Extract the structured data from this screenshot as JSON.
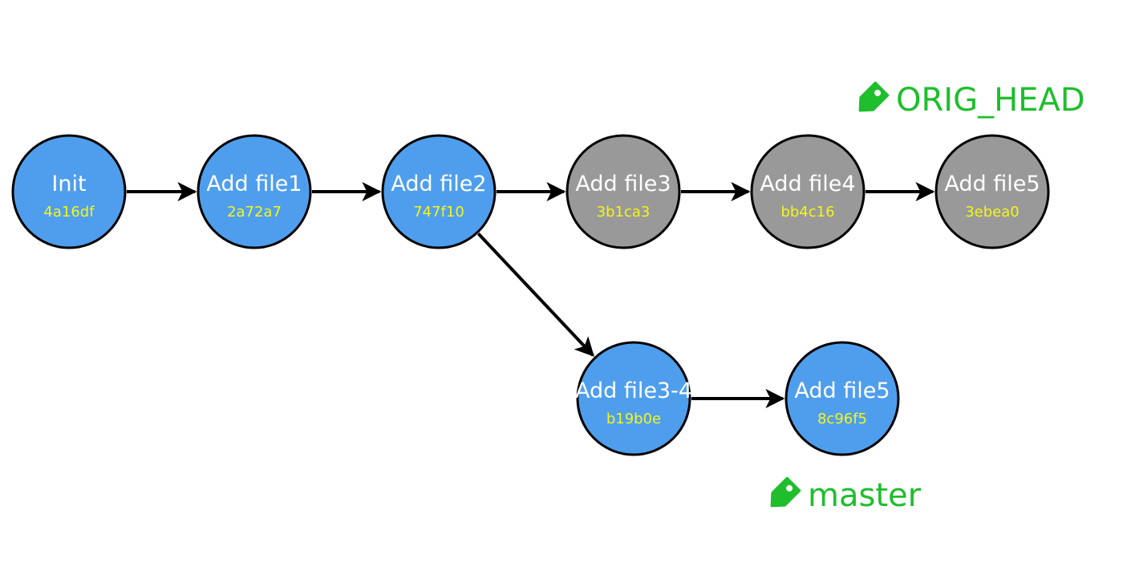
{
  "colors": {
    "commit_active": "#4f9eed",
    "commit_orphaned": "#999999",
    "commit_stroke": "#000000",
    "commit_title": "#ffffff",
    "commit_hash": "#f5f51a",
    "ref": "#1ebe2d",
    "arrow": "#000000"
  },
  "commits": [
    {
      "id": "c0",
      "title": "Init",
      "hash": "4a16df",
      "state": "active",
      "icon": "commit-node"
    },
    {
      "id": "c1",
      "title": "Add file1",
      "hash": "2a72a7",
      "state": "active",
      "icon": "commit-node"
    },
    {
      "id": "c2",
      "title": "Add file2",
      "hash": "747f10",
      "state": "active",
      "icon": "commit-node"
    },
    {
      "id": "c3",
      "title": "Add file3",
      "hash": "3b1ca3",
      "state": "orphaned",
      "icon": "commit-node"
    },
    {
      "id": "c4",
      "title": "Add file4",
      "hash": "bb4c16",
      "state": "orphaned",
      "icon": "commit-node"
    },
    {
      "id": "c5",
      "title": "Add file5",
      "hash": "3ebea0",
      "state": "orphaned",
      "icon": "commit-node"
    },
    {
      "id": "c6",
      "title": "Add file3-4",
      "hash": "b19b0e",
      "state": "active",
      "icon": "commit-node"
    },
    {
      "id": "c7",
      "title": "Add file5",
      "hash": "8c96f5",
      "state": "active",
      "icon": "commit-node"
    }
  ],
  "edges": [
    {
      "from": "c0",
      "to": "c1"
    },
    {
      "from": "c1",
      "to": "c2"
    },
    {
      "from": "c2",
      "to": "c3"
    },
    {
      "from": "c3",
      "to": "c4"
    },
    {
      "from": "c4",
      "to": "c5"
    },
    {
      "from": "c2",
      "to": "c6"
    },
    {
      "from": "c6",
      "to": "c7"
    }
  ],
  "refs": [
    {
      "name": "ORIG_HEAD",
      "target": "c5",
      "icon": "tag-icon"
    },
    {
      "name": "master",
      "target": "c7",
      "icon": "tag-icon"
    }
  ]
}
